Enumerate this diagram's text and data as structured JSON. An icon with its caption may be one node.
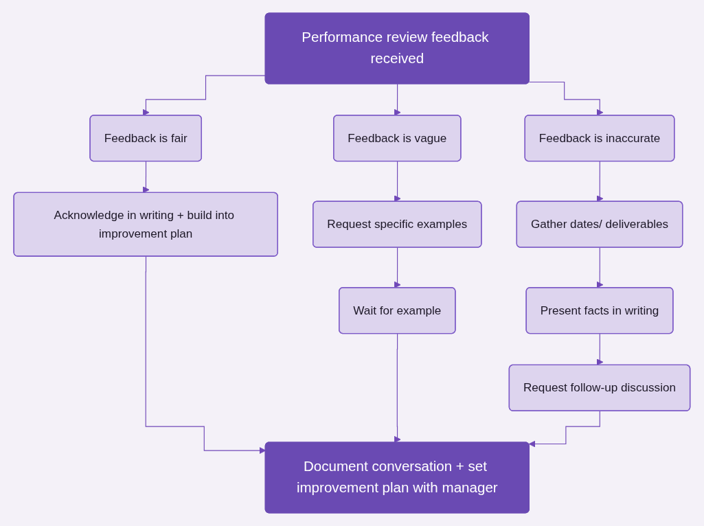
{
  "diagram": {
    "nodes": [
      {
        "text": [
          "Performance review feedback received"
        ]
      },
      {
        "text": [
          "Feedback is fair"
        ]
      },
      {
        "text": [
          "Feedback is vague"
        ]
      },
      {
        "text": [
          "Feedback is inaccurate"
        ]
      },
      {
        "text": [
          "Acknowledge in writing + build into improvement plan"
        ]
      },
      {
        "text": [
          "Request specific examples"
        ]
      },
      {
        "text": [
          "Wait for example"
        ]
      },
      {
        "text": [
          "Gather dates/ deliverables"
        ]
      },
      {
        "text": [
          "Present facts in writing"
        ]
      },
      {
        "text": [
          "Request follow-up discussion"
        ]
      },
      {
        "text": [
          "Document conversation + set improvement plan with manager"
        ]
      }
    ],
    "edges": [
      {
        "from": 0,
        "to": 1,
        "arrow": "to"
      },
      {
        "from": 0,
        "to": 2,
        "arrow": "to"
      },
      {
        "from": 0,
        "to": 3,
        "arrow": "to"
      },
      {
        "from": 1,
        "to": 4,
        "arrow": "to"
      },
      {
        "from": 2,
        "to": 5,
        "arrow": "to"
      },
      {
        "from": 5,
        "to": 6,
        "arrow": "to"
      },
      {
        "from": 3,
        "to": 7,
        "arrow": "to"
      },
      {
        "from": 7,
        "to": 8,
        "arrow": "to"
      },
      {
        "from": 8,
        "to": 9,
        "arrow": "to"
      },
      {
        "from": 4,
        "to": 10,
        "arrow": "to"
      },
      {
        "from": 6,
        "to": 10,
        "arrow": "to"
      },
      {
        "from": 9,
        "to": 10,
        "arrow": "to"
      }
    ]
  }
}
